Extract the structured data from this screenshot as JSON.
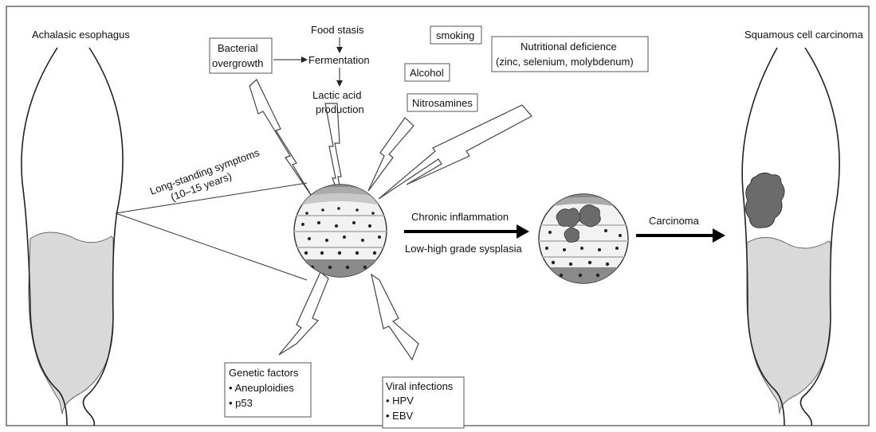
{
  "labels": {
    "achalasic_esophagus": "Achalasic esophagus",
    "squamous_cell_carcinoma": "Squamous cell carcinoma",
    "food_stasis": "Food stasis",
    "fermentation": "Fermentation",
    "lactic_acid_line1": "Lactic acid",
    "lactic_acid_line2": "production",
    "bacterial_line1": "Bacterial",
    "bacterial_line2": "overgrowth",
    "smoking": "smoking",
    "alcohol": "Alcohol",
    "nitrosamines": "Nitrosamines",
    "nutrition_line1": "Nutritional deficience",
    "nutrition_line2": "(zinc, selenium, molybdenum)",
    "long_standing_line1": "Long-standing symptoms",
    "long_standing_line2": "(10–15 years)",
    "chronic_inflammation": "Chronic inflammation",
    "dysplasia": "Low-high grade sysplasia",
    "carcinoma": "Carcinoma",
    "genetic_title": "Genetic factors",
    "genetic_item1": "• Aneuploidies",
    "genetic_item2": "• p53",
    "viral_title": "Viral infections",
    "viral_item1": "• HPV",
    "viral_item2": "• EBV"
  },
  "colors": {
    "fluid": "#d9d9d9",
    "tumor": "#6b6b6b",
    "arrow": "#000000"
  }
}
